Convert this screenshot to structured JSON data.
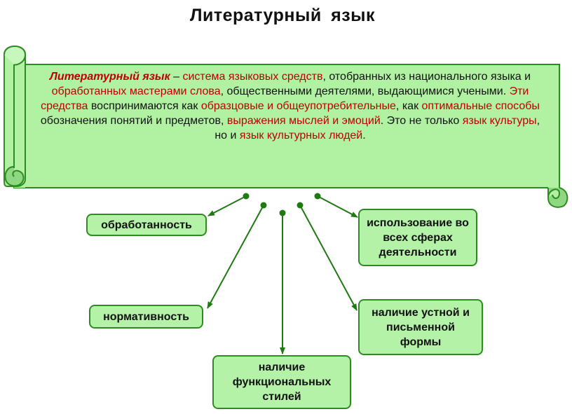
{
  "title": "Литературный  язык",
  "definition": {
    "segments": [
      {
        "text": "Литературный язык",
        "style": "term"
      },
      {
        "text": " – ",
        "style": "normal"
      },
      {
        "text": "система языковых средств",
        "style": "red"
      },
      {
        "text": ", отобранных из национального языка и ",
        "style": "normal"
      },
      {
        "text": "обработанных мастерами слова",
        "style": "red"
      },
      {
        "text": ", общественными деятелями, выдающимися учеными. ",
        "style": "normal"
      },
      {
        "text": "Эти средства",
        "style": "red"
      },
      {
        "text": " воспринимаются как ",
        "style": "normal"
      },
      {
        "text": "образцовые и общеупотребительные",
        "style": "red"
      },
      {
        "text": ", как ",
        "style": "normal"
      },
      {
        "text": "оптимальные способы",
        "style": "red"
      },
      {
        "text": " обозначения понятий и предметов, ",
        "style": "normal"
      },
      {
        "text": "выражения мыслей и эмоций",
        "style": "red"
      },
      {
        "text": ". Это не только ",
        "style": "normal"
      },
      {
        "text": "язык культуры",
        "style": "red"
      },
      {
        "text": ", но и ",
        "style": "normal"
      },
      {
        "text": "язык культурных людей",
        "style": "red"
      },
      {
        "text": ".",
        "style": "normal"
      }
    ]
  },
  "features": {
    "processed": "обработанность",
    "usage": "использование во всех сферах деятельности",
    "normative": "нормативность",
    "oral_written": "наличие устной и письменной формы",
    "styles": "наличие функциональных стилей"
  },
  "colors": {
    "scroll_fill": "#b0f2a2",
    "border": "#2f8a23",
    "arrow": "#1f7a12",
    "accent_red": "#c00000"
  }
}
